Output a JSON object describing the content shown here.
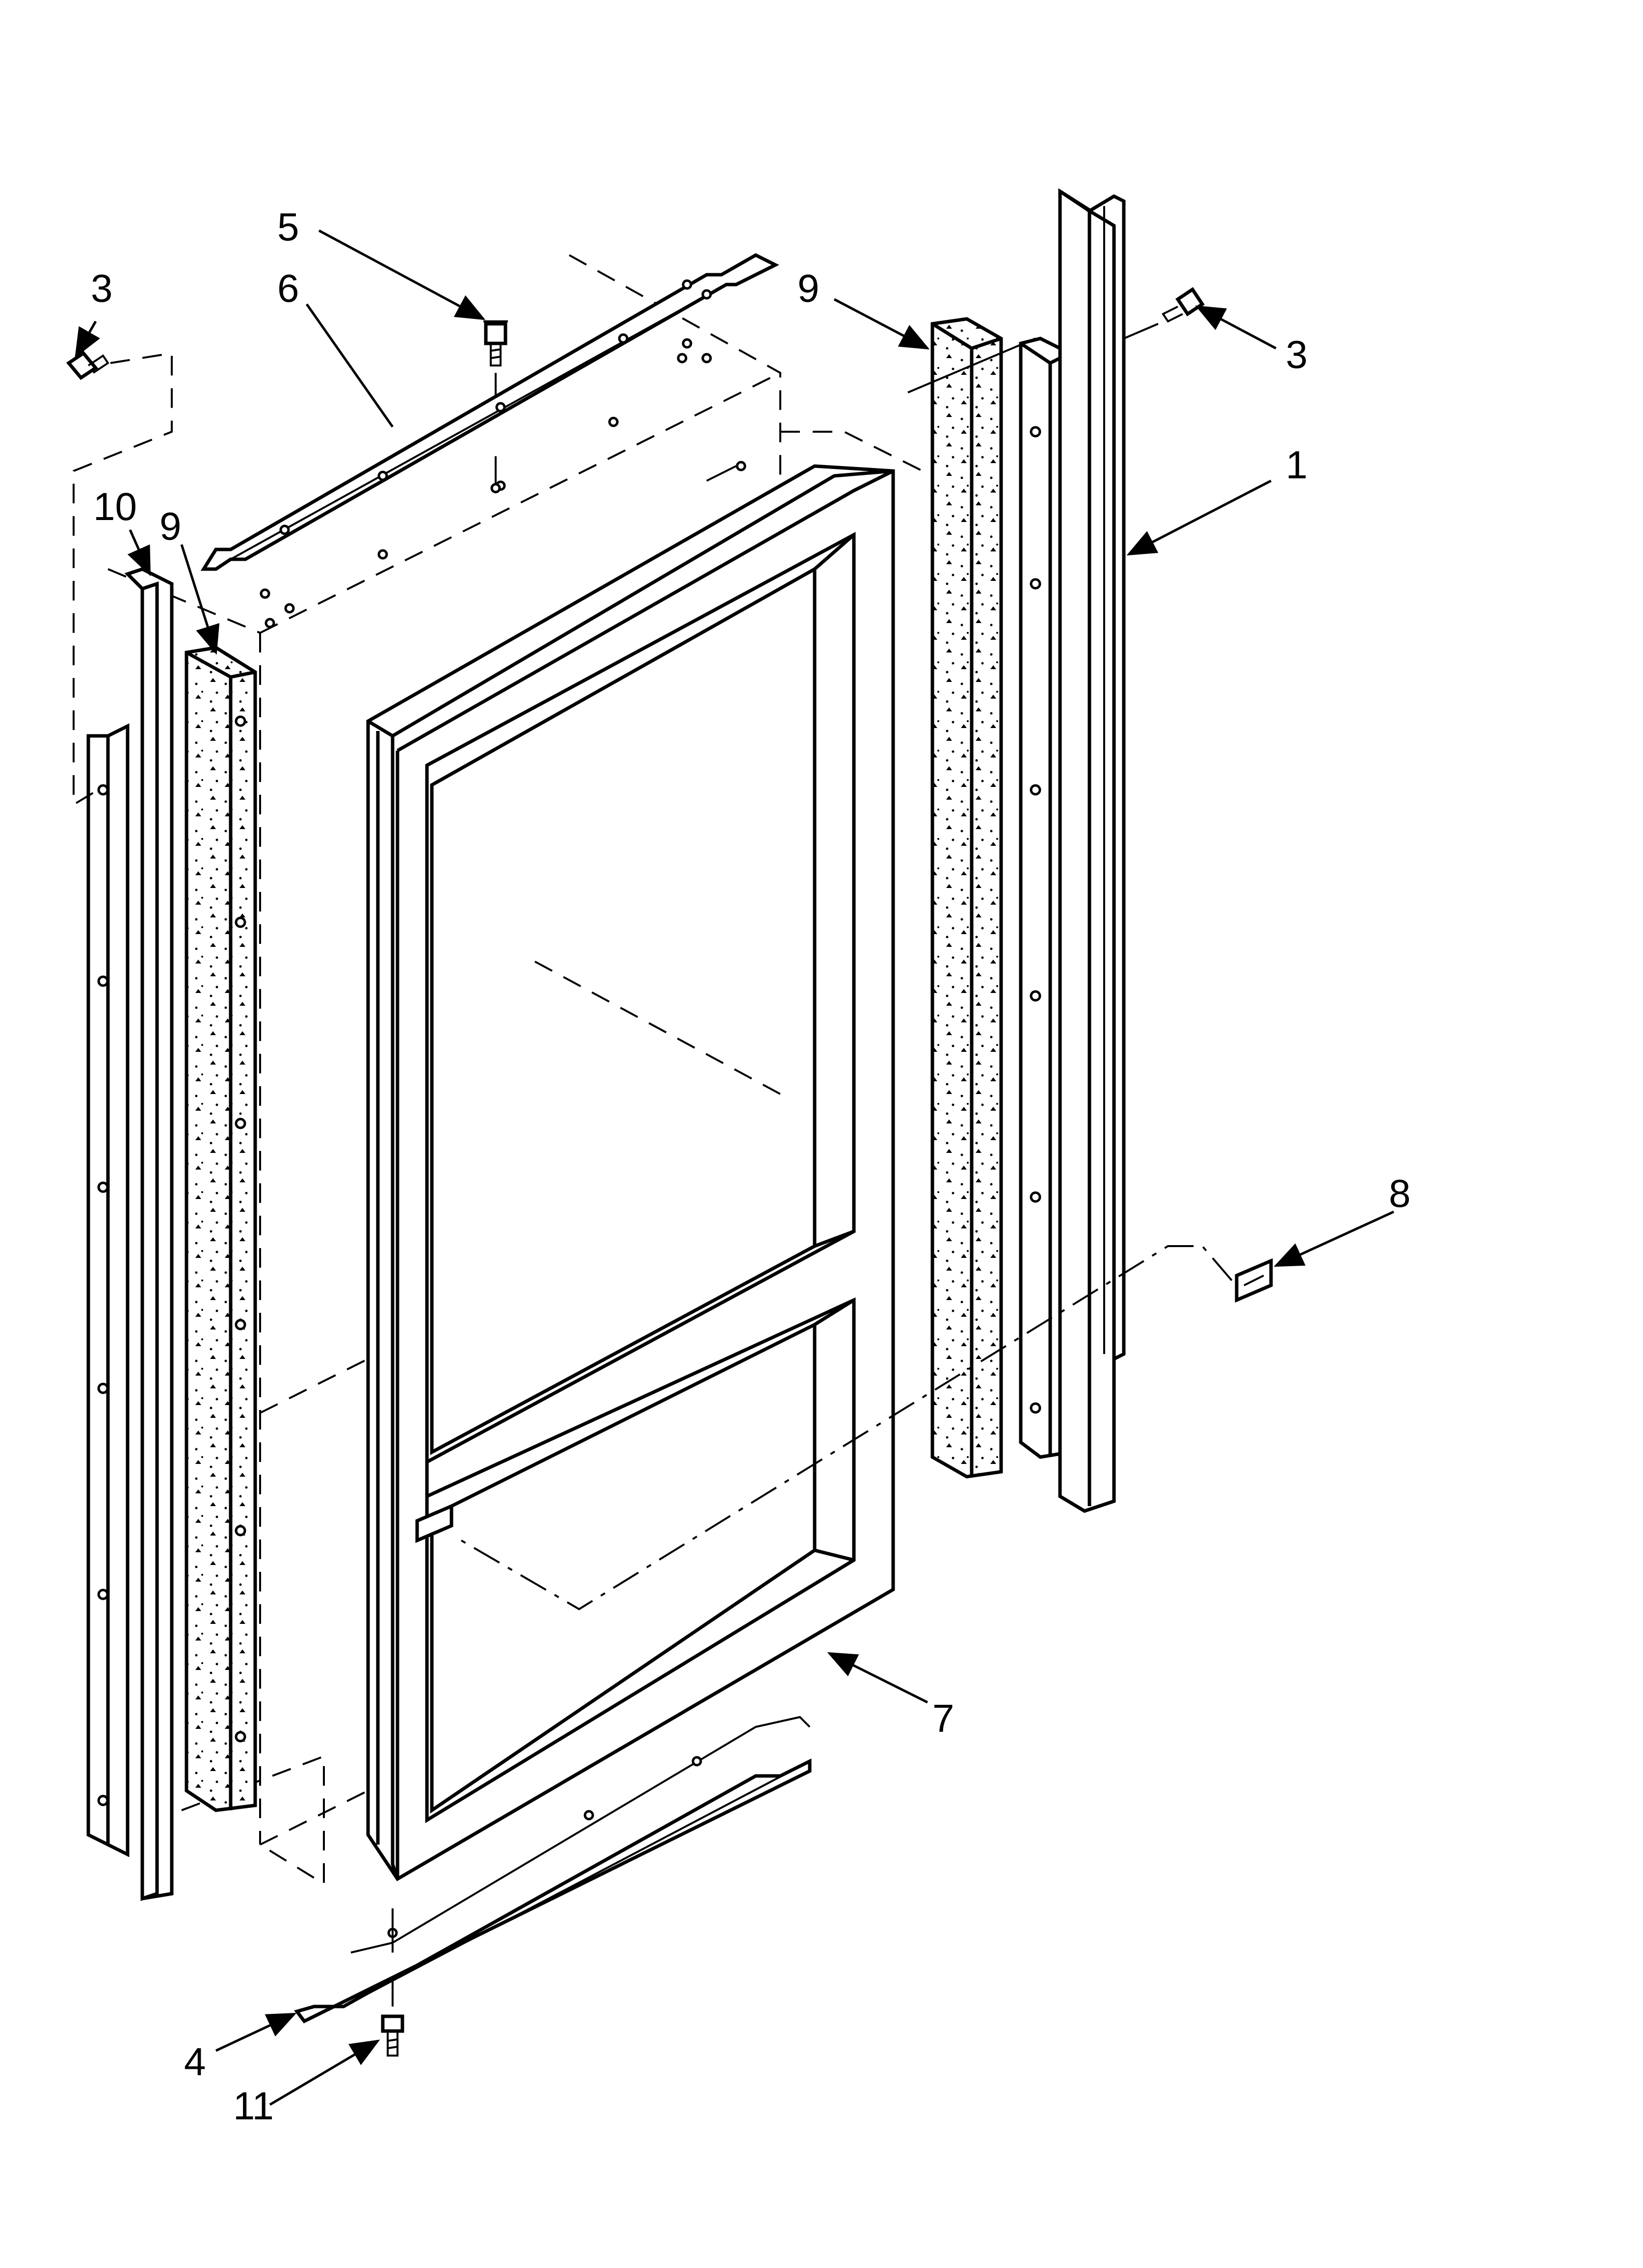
{
  "callouts": [
    {
      "id": "c1",
      "label": "1"
    },
    {
      "id": "c3a",
      "label": "3"
    },
    {
      "id": "c3b",
      "label": "3"
    },
    {
      "id": "c4",
      "label": "4"
    },
    {
      "id": "c5",
      "label": "5"
    },
    {
      "id": "c6",
      "label": "6"
    },
    {
      "id": "c7",
      "label": "7"
    },
    {
      "id": "c8",
      "label": "8"
    },
    {
      "id": "c9a",
      "label": "9"
    },
    {
      "id": "c9b",
      "label": "9"
    },
    {
      "id": "c10",
      "label": "10"
    },
    {
      "id": "c11",
      "label": "11"
    }
  ]
}
